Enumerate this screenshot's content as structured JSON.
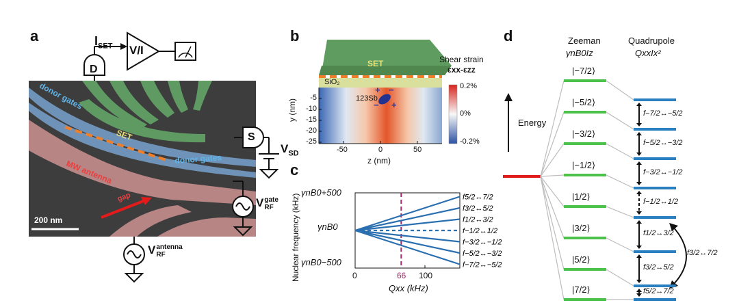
{
  "panels": {
    "a": "a",
    "b": "b",
    "c": "c",
    "d": "d"
  },
  "panel_a": {
    "i_set": "I",
    "i_set_sub": "SET",
    "converter": "V/I",
    "d_label": "D",
    "s_label": "S",
    "donor_gates_left": "donor gates",
    "donor_gates_right": "donor gates",
    "set_label": "SET",
    "mw_antenna": "MW antenna",
    "gap": "gap",
    "scale_bar": "200 nm",
    "v_sd": "V",
    "v_sd_sub": "SD",
    "v_gate": "V",
    "v_gate_sup": "gate",
    "v_gate_sub": "RF",
    "v_antenna": "V",
    "v_antenna_sup": "antenna",
    "v_antenna_sub": "RF"
  },
  "panel_b": {
    "set_label": "SET",
    "sio2": "SiO₂",
    "shear_title": "Shear strain",
    "shear_formula": "εxx-εzz",
    "isotope": "123Sb",
    "colorbar_ticks": [
      "0.2%",
      "0%",
      "-0.2%"
    ],
    "ylabel": "y (nm)",
    "xlabel": "z (nm)",
    "yticks": [
      "-5",
      "-10",
      "-15",
      "-20",
      "-25"
    ],
    "xticks": [
      "-50",
      "0",
      "50"
    ]
  },
  "panel_d": {
    "zeeman_title": "Zeeman",
    "zeeman_formula": "γnB0Iz",
    "quad_title": "Quadrupole",
    "quad_formula": "QxxIx²",
    "energy_label": "Energy",
    "states": [
      "|−7/2⟩",
      "|−5/2⟩",
      "|−3/2⟩",
      "|−1/2⟩",
      "|1/2⟩",
      "|3/2⟩",
      "|5/2⟩",
      "|7/2⟩"
    ],
    "transitions": [
      "f−7/2↔−5/2",
      "f−5/2↔−3/2",
      "f−3/2↔−1/2",
      "f−1/2↔1/2",
      "f1/2↔3/2",
      "f3/2↔5/2",
      "f5/2↔7/2"
    ],
    "long_transition": "f3/2↔7/2"
  },
  "chart_data": {
    "type": "line",
    "xlabel": "Qxx (kHz)",
    "ylabel": "Nuclear frequency (kHz)",
    "xlim": [
      0,
      150
    ],
    "ylim": [
      -500,
      500
    ],
    "xticks": [
      "0",
      "66",
      "100"
    ],
    "yticks": [
      "γnB0+500",
      "γnB0",
      "γnB0−500"
    ],
    "marker_x": 66,
    "marker_label": "66",
    "x": [
      0,
      150
    ],
    "series": [
      {
        "name": "f5/2↔7/2",
        "values": [
          0,
          450
        ]
      },
      {
        "name": "f3/2↔5/2",
        "values": [
          0,
          300
        ]
      },
      {
        "name": "f1/2↔3/2",
        "values": [
          0,
          150
        ]
      },
      {
        "name": "f−1/2↔1/2",
        "values": [
          0,
          0
        ]
      },
      {
        "name": "f−3/2↔−1/2",
        "values": [
          0,
          -150
        ]
      },
      {
        "name": "f−5/2↔−3/2",
        "values": [
          0,
          -300
        ]
      },
      {
        "name": "f−7/2↔−5/2",
        "values": [
          0,
          -450
        ]
      }
    ]
  }
}
